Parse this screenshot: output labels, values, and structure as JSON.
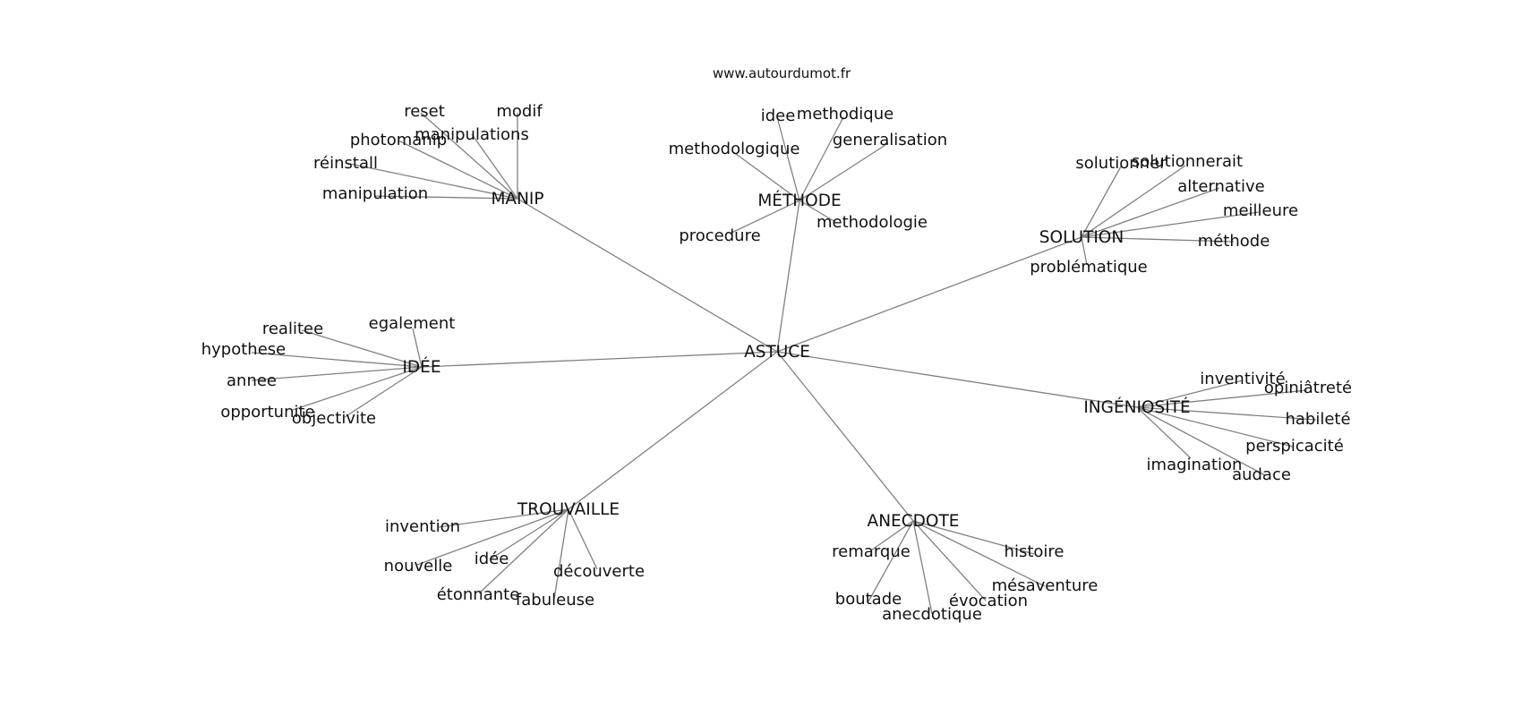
{
  "site": "www.autourdumot.fr",
  "graph": {
    "center": "ASTUCE",
    "clusters": [
      {
        "hub": "MANIP",
        "words": [
          "reset",
          "modif",
          "manipulations",
          "photomanip",
          "réinstall",
          "manipulation"
        ]
      },
      {
        "hub": "MÉTHODE",
        "words": [
          "idee",
          "methodique",
          "generalisation",
          "methodologique",
          "methodologie",
          "procedure"
        ]
      },
      {
        "hub": "SOLUTION",
        "words": [
          "solutionner",
          "solutionnerait",
          "alternative",
          "meilleure",
          "méthode",
          "problématique"
        ]
      },
      {
        "hub": "IDÉE",
        "words": [
          "realitee",
          "hypothese",
          "annee",
          "opportunite",
          "objectivite",
          "egalement"
        ]
      },
      {
        "hub": "INGÉNIOSITÉ",
        "words": [
          "inventivité",
          "opiniâtreté",
          "habileté",
          "perspicacité",
          "imagination",
          "audace"
        ]
      },
      {
        "hub": "TROUVAILLE",
        "words": [
          "invention",
          "nouvelle",
          "idée",
          "découverte",
          "étonnante",
          "fabuleuse"
        ]
      },
      {
        "hub": "ANECDOTE",
        "words": [
          "remarque",
          "histoire",
          "mésaventure",
          "boutade",
          "évocation",
          "anecdotique"
        ]
      }
    ]
  }
}
